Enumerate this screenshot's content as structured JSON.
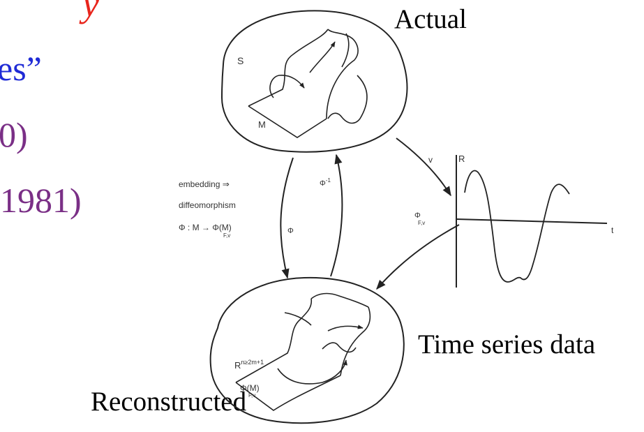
{
  "slide": {
    "partial_lines": [
      {
        "text": "y",
        "color": "#e8251c"
      },
      {
        "text": "es”",
        "color": "#1f2bd6"
      },
      {
        "text": "0)",
        "color": "#7a2f86"
      },
      {
        "text": " 1981)",
        "color": "#7a2f86"
      }
    ],
    "captions": {
      "actual": "Actual",
      "time_series": "Time series data",
      "reconstructed": "Reconstructed"
    }
  },
  "figure": {
    "space_label_actual": "S",
    "manifold_label": "M",
    "map_v": "v",
    "axis_r": "R",
    "axis_t": "t",
    "phi_fv_symbol": "Φ",
    "phi_fv_sub": "F,v",
    "phi_inverse_symbol": "Φ",
    "phi_inverse_sup": "-1",
    "phi_symbol": "Φ",
    "embedding_line1": "embedding ⇒",
    "embedding_line2": "diffeomorphism",
    "embedding_line3": "Φ : M → Φ(M)",
    "embedding_sub": "F,v",
    "rn_base": "R",
    "rn_sup": "n≥2m+1",
    "phi_m_label": "Φ(M)",
    "phi_m_sub": "F,v"
  }
}
